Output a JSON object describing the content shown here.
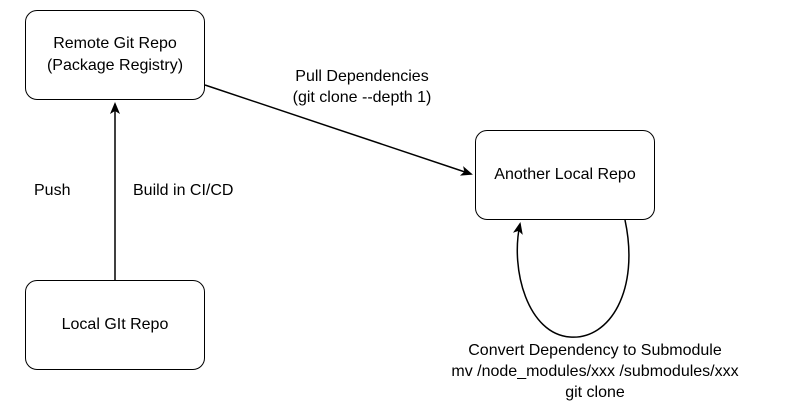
{
  "nodes": {
    "remote": {
      "line1": "Remote Git Repo",
      "line2": "(Package Registry)"
    },
    "local": {
      "label": "Local GIt Repo"
    },
    "another": {
      "label": "Another Local Repo"
    }
  },
  "edges": {
    "push": "Push",
    "build": "Build in CI/CD",
    "pull": {
      "line1": "Pull Dependencies",
      "line2": "(git clone --depth 1)"
    },
    "convert": {
      "line1": "Convert Dependency to Submodule",
      "line2": "mv /node_modules/xxx /submodules/xxx",
      "line3": "git clone"
    }
  },
  "colors": {
    "stroke": "#000000",
    "fill": "#ffffff"
  }
}
